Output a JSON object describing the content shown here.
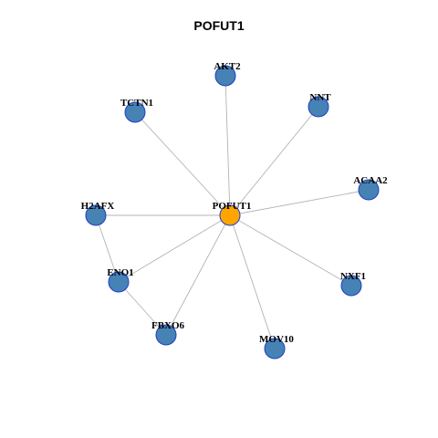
{
  "title": "POFUT1",
  "colors": {
    "hub_fill": "#FFA500",
    "node_fill": "#4682B4",
    "node_stroke": "#1F3FC4",
    "edge": "#B3B3B3"
  },
  "nodes": [
    {
      "id": "POFUT1",
      "hub": true
    },
    {
      "id": "AKT2",
      "hub": false
    },
    {
      "id": "TCTN1",
      "hub": false
    },
    {
      "id": "NNT",
      "hub": false
    },
    {
      "id": "ACAA2",
      "hub": false
    },
    {
      "id": "H2AFX",
      "hub": false
    },
    {
      "id": "ENO1",
      "hub": false
    },
    {
      "id": "FBXO6",
      "hub": false
    },
    {
      "id": "MOV10",
      "hub": false
    },
    {
      "id": "NXF1",
      "hub": false
    }
  ],
  "edges": [
    [
      "POFUT1",
      "AKT2"
    ],
    [
      "POFUT1",
      "TCTN1"
    ],
    [
      "POFUT1",
      "NNT"
    ],
    [
      "POFUT1",
      "ACAA2"
    ],
    [
      "POFUT1",
      "H2AFX"
    ],
    [
      "POFUT1",
      "ENO1"
    ],
    [
      "POFUT1",
      "FBXO6"
    ],
    [
      "POFUT1",
      "MOV10"
    ],
    [
      "POFUT1",
      "NXF1"
    ],
    [
      "H2AFX",
      "ENO1"
    ],
    [
      "ENO1",
      "FBXO6"
    ]
  ]
}
